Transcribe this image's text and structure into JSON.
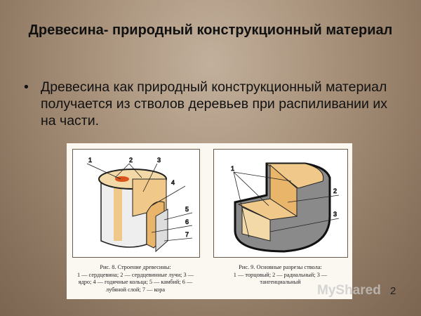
{
  "slide": {
    "title": "Древесина- природный конструкционный материал",
    "bullet": "Древесина как природный конструкционный материал получается из стволов деревьев при распиливании их на части.",
    "page_number": "2"
  },
  "figure": {
    "fig8": {
      "labels": [
        "1",
        "2",
        "3",
        "4",
        "5",
        "6",
        "7"
      ],
      "caption_title": "Рис. 8. Строение древесины:",
      "caption_body": "1 — сердцевина; 2 — сердцевинные лучи; 3 — ядро; 4 — годичные кольца; 5 — камбий; 6 — лубяной слой; 7 — кора"
    },
    "fig9": {
      "labels": [
        "1",
        "2",
        "3"
      ],
      "caption_title": "Рис. 9. Основные разрезы ствола:",
      "caption_body": "1 — торцовый; 2 — радиальный; 3 — тангенциальный"
    }
  },
  "watermark": "MyShared",
  "colors": {
    "wood": "#e8b56a",
    "bark": "#9a9a9a",
    "heart": "#d9541c"
  }
}
